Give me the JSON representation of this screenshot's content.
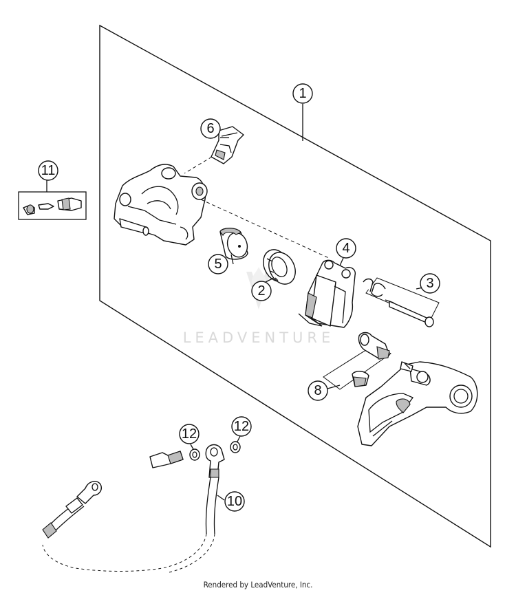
{
  "callouts": [
    {
      "id": "c1",
      "label": "1"
    },
    {
      "id": "c2",
      "label": "2"
    },
    {
      "id": "c3",
      "label": "3"
    },
    {
      "id": "c4",
      "label": "4"
    },
    {
      "id": "c5",
      "label": "5"
    },
    {
      "id": "c6",
      "label": "6"
    },
    {
      "id": "c8",
      "label": "8"
    },
    {
      "id": "c10",
      "label": "10"
    },
    {
      "id": "c11",
      "label": "11"
    },
    {
      "id": "c12a",
      "label": "12"
    },
    {
      "id": "c12b",
      "label": "12"
    }
  ],
  "watermark": "LEADVENTURE",
  "footer": "Rendered by LeadVenture, Inc."
}
